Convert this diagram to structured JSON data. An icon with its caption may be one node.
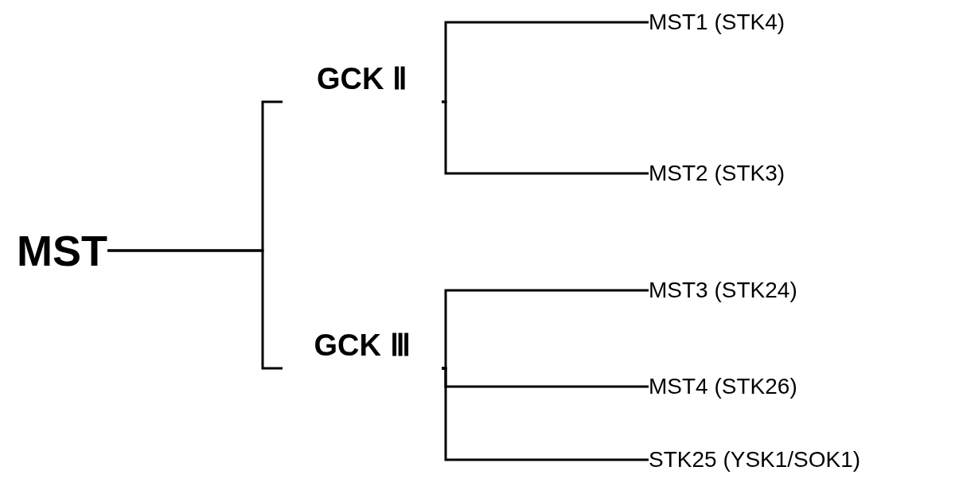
{
  "diagram": {
    "nodes": [
      {
        "text": [
          "MST"
        ]
      },
      {
        "text": [
          "GCK Ⅱ"
        ]
      },
      {
        "text": [
          "GCK Ⅲ"
        ]
      },
      {
        "text": [
          "MST1 (STK4)"
        ]
      },
      {
        "text": [
          "MST2 (STK3)"
        ]
      },
      {
        "text": [
          "MST3 (STK24)"
        ]
      },
      {
        "text": [
          "MST4 (STK26)"
        ]
      },
      {
        "text": [
          "STK25 (YSK1/SOK1)"
        ]
      }
    ],
    "edges": [
      {
        "from": 0,
        "to": 1,
        "arrow": "none"
      },
      {
        "from": 0,
        "to": 2,
        "arrow": "none"
      },
      {
        "from": 1,
        "to": 3,
        "arrow": "none"
      },
      {
        "from": 1,
        "to": 4,
        "arrow": "none"
      },
      {
        "from": 2,
        "to": 5,
        "arrow": "none"
      },
      {
        "from": 2,
        "to": 6,
        "arrow": "none"
      },
      {
        "from": 2,
        "to": 7,
        "arrow": "none"
      }
    ]
  }
}
